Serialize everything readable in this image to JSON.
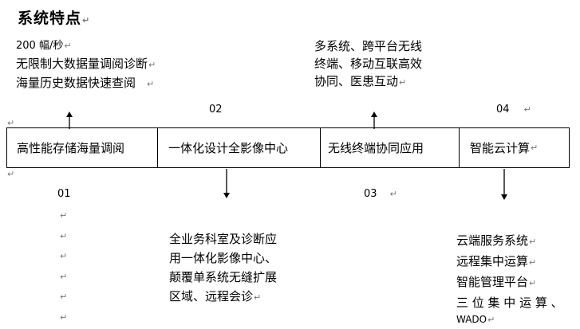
{
  "title": "系统特点",
  "block1": {
    "lines": [
      "200 幅/秒",
      "无限制大数据量调阅诊断",
      "海量历史数据快速查阅"
    ]
  },
  "block2": {
    "lines": [
      "多系统、跨平台无线",
      "终端、移动互联高效",
      "协同、医患互动"
    ]
  },
  "numbers": {
    "n01": "01",
    "n02": "02",
    "n03": "03",
    "n04": "04"
  },
  "cells": [
    "高性能存储海量调阅",
    "一体化设计全影像中心",
    "无线终端协同应用",
    "智能云计算"
  ],
  "block3": {
    "lines": [
      "全业务科室及诊断应",
      "用一体化影像中心、",
      "颠覆单系统无缝扩展",
      "区域、远程会诊"
    ]
  },
  "block4": {
    "lines": [
      "云端服务系统",
      "远程集中运算",
      "智能管理平台",
      "三 位 集 中 运 算 、",
      "WADO"
    ]
  },
  "marks": {
    "return": "↵"
  }
}
